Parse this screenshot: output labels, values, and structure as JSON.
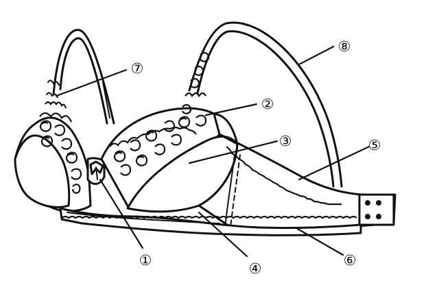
{
  "labels": [
    {
      "id": "1",
      "text": "①"
    },
    {
      "id": "2",
      "text": "②"
    },
    {
      "id": "3",
      "text": "③"
    },
    {
      "id": "4",
      "text": "④"
    },
    {
      "id": "5",
      "text": "⑤"
    },
    {
      "id": "6",
      "text": "⑥"
    },
    {
      "id": "7",
      "text": "⑦"
    },
    {
      "id": "8",
      "text": "⑧"
    }
  ]
}
